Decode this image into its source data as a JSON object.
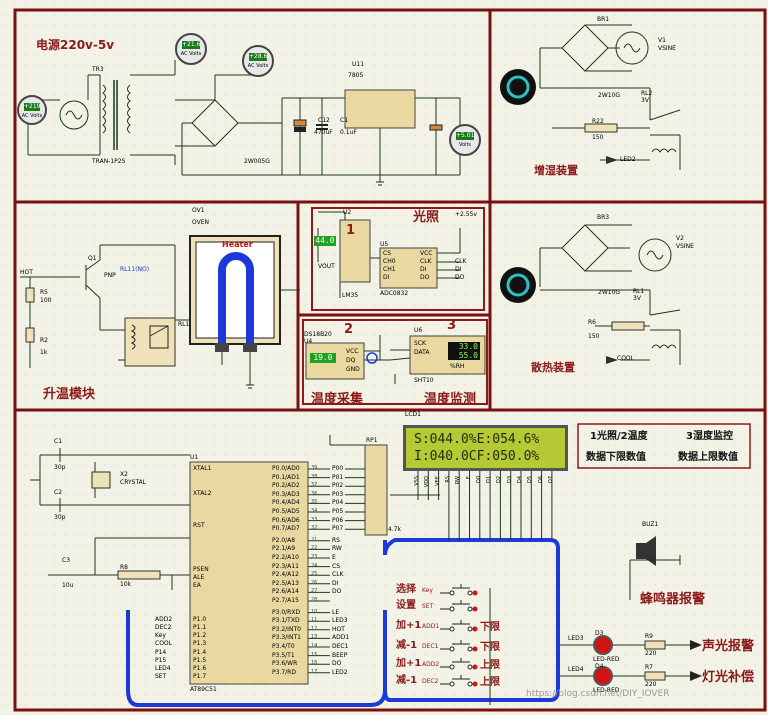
{
  "sections": {
    "power": "电源220v-5v",
    "humidify": "增湿装置",
    "light": "光照",
    "heating": "升温模块",
    "cooling": "散热装置",
    "temp_collect": "温度采集",
    "humid_monitor": "温度监测",
    "buzzer": "蜂鸣器报警",
    "sound_light_alarm": "声光报警",
    "light_compensate": "灯光补偿"
  },
  "markers": {
    "m1": "1",
    "m2": "2",
    "m3": "3"
  },
  "meters": {
    "ac1": "+219",
    "ac2": "+21.6",
    "ac3": "+28.6",
    "dc": "+5.01",
    "meter_unit_ac": "AC Volts",
    "meter_unit_dc": "Volts"
  },
  "components": {
    "tr": "TRAN-1P2S",
    "tr_ref": "TR3",
    "bridge": "2W005G",
    "reg": "7805",
    "reg_ref": "U11",
    "cap1": "470uF",
    "cap2": "0.1uF",
    "cap_ref1": "C12",
    "cap_ref2": "C1",
    "br1": "BR1",
    "v1": "V1",
    "vsine": "VSINE",
    "br_hum": "2W10G",
    "rl2": "RL2",
    "rl2v": "3V",
    "r22": "R22",
    "r150": "150",
    "led2": "LED2",
    "ov1": "OV1",
    "oven": "OVEN",
    "heater": "Heater",
    "hot": "HOT",
    "q1": "Q1",
    "pnp": "PNP",
    "rl11": "RL11(NO)",
    "r5": "R5",
    "r100": "100",
    "r2": "R2",
    "r1k": "1k",
    "rl1": "RL1",
    "lm35": "LM35",
    "vout": "VOUT",
    "lm_val": "44.0",
    "u2": "U2",
    "adc": "ADC0832",
    "u5": "U5",
    "adc_pins_l": [
      "CS",
      "CH0",
      "CH1",
      "DI"
    ],
    "adc_pins_r": [
      "VCC",
      "CLK",
      "DI",
      "DO"
    ],
    "adc_nets": [
      "CLK",
      "DI",
      "DO"
    ],
    "v_ref": "+2.55v",
    "ds18b20": "DS18B20",
    "u4": "U4",
    "ds_val": "19.0",
    "ds_pins": [
      "VCC",
      "DQ",
      "GND"
    ],
    "sht10": "SHT10",
    "u6": "U6",
    "sht_pins": [
      "SCK",
      "DATA"
    ],
    "sht_val1": "33.0",
    "sht_val2": "55.0",
    "sht_unit": "%RH",
    "br3": "BR3",
    "v2": "V2",
    "br_cool": "2W10G",
    "rl1_cool": "RL1",
    "r6": "R6",
    "cool": "COOL",
    "c1": "C1",
    "c2": "C2",
    "c30p": "30p",
    "x2": "X2",
    "crystal": "CRYSTAL",
    "c3": "C3",
    "c10u": "10u",
    "r8": "R8",
    "r10k": "10k",
    "mcu": "AT89C51",
    "u1": "U1",
    "rp1": "RP1",
    "rp_val": "4.7k",
    "lcd_ref": "LCD1",
    "buz": "BUZ1",
    "led3": "LED3",
    "led4": "LED4",
    "d3": "D3",
    "d4": "D4",
    "ledred": "LED-RED",
    "r9": "R9",
    "r7": "R7",
    "r220": "220"
  },
  "mcu_left": [
    "XTAL1",
    "XTAL2",
    "RST",
    "PSEN",
    "ALE",
    "EA",
    "P1.0",
    "P1.1",
    "P1.2",
    "P1.3",
    "P1.4",
    "P1.5",
    "P1.6",
    "P1.7"
  ],
  "mcu_left_nets": [
    "ADD2",
    "DEC2",
    "Key",
    "COOL",
    "P14",
    "P15",
    "LED4",
    "SET"
  ],
  "mcu_right": [
    "P0.0/AD0",
    "P0.1/AD1",
    "P0.2/AD2",
    "P0.3/AD3",
    "P0.4/AD4",
    "P0.5/AD5",
    "P0.6/AD6",
    "P0.7/AD7",
    "P2.0/A8",
    "P2.1/A9",
    "P2.2/A10",
    "P2.3/A11",
    "P2.4/A12",
    "P2.5/A13",
    "P2.6/A14",
    "P2.7/A15",
    "P3.0/RXD",
    "P3.1/TXD",
    "P3.2/INT0",
    "P3.3/INT1",
    "P3.4/T0",
    "P3.5/T1",
    "P3.6/WR",
    "P3.7/RD"
  ],
  "mcu_right_pins": [
    "39",
    "38",
    "37",
    "36",
    "35",
    "34",
    "33",
    "32",
    "21",
    "22",
    "23",
    "24",
    "25",
    "26",
    "27",
    "28",
    "10",
    "11",
    "12",
    "13",
    "14",
    "15",
    "16",
    "17"
  ],
  "mcu_right_nets": [
    "P00",
    "P01",
    "P02",
    "P03",
    "P04",
    "P05",
    "P06",
    "P07",
    "RS",
    "RW",
    "E",
    "CS",
    "CLK",
    "DI",
    "DO",
    "",
    "LE",
    "LED3",
    "HOT",
    "ADD1",
    "DEC1",
    "BEEP",
    "DO",
    "LED2"
  ],
  "lcd": {
    "line1": "S:044.0%E:054.6%",
    "line2": "I:040.0CF:050.0%"
  },
  "lcd_pins": [
    "VSS",
    "VDD",
    "VEE",
    "RS",
    "RW",
    "E",
    "D0",
    "D1",
    "D2",
    "D3",
    "D4",
    "D5",
    "D6",
    "D7"
  ],
  "legend": {
    "a": "1光照/2温度",
    "b": "3湿度监控",
    "c": "数据下限数值",
    "d": "数据上限数值"
  },
  "buttons": [
    {
      "label": "选择",
      "net": "Key",
      "side": ""
    },
    {
      "label": "设置",
      "net": "SET",
      "side": ""
    },
    {
      "label": "加+1",
      "net": "ADD1",
      "side": "下限"
    },
    {
      "label": "减-1",
      "net": "DEC1",
      "side": "下限"
    },
    {
      "label": "加+1",
      "net": "ADD2",
      "side": "上限"
    },
    {
      "label": "减-1",
      "net": "DEC2",
      "side": "上限"
    }
  ],
  "watermark": "https://blog.csdn.net/DIY_IOVER"
}
